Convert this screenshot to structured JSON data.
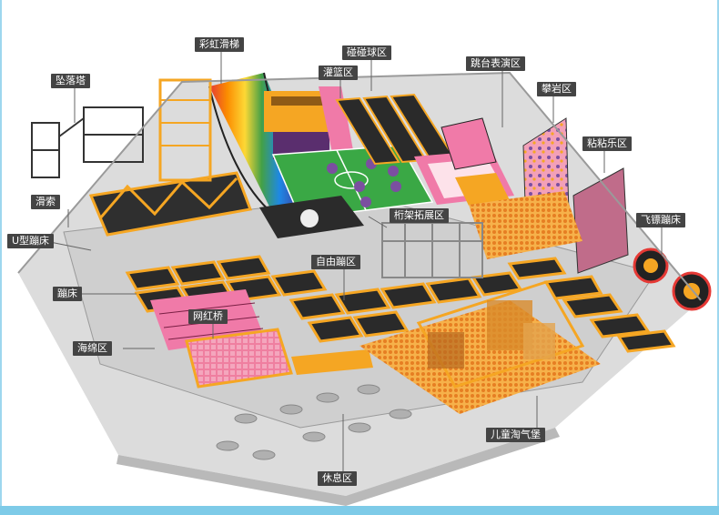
{
  "labels": {
    "rainbow_slide": "彩虹滑梯",
    "bumper_ball": "碰碰球区",
    "drop_tower": "坠落塔",
    "dunk": "灌篮区",
    "jump_stage": "跳台表演区",
    "climbing": "攀岩区",
    "sticky": "粘粘乐区",
    "zipline": "滑索",
    "frame_expansion": "桁架拓展区",
    "dart_trampoline": "飞镖蹦床",
    "u_trampoline": "U型蹦床",
    "free_jump": "自由蹦区",
    "trampoline": "蹦床",
    "net_bridge": "网红桥",
    "foam_pit": "海绵区",
    "kids_castle": "儿童淘气堡",
    "rest_area": "休息区"
  },
  "colors": {
    "accent_orange": "#f5a623",
    "label_bg": "#444444",
    "frame_blue": "#7ecbe8",
    "floor_gray": "#cfcfcf",
    "court_green": "#3aa845",
    "pink": "#f07aa8"
  }
}
